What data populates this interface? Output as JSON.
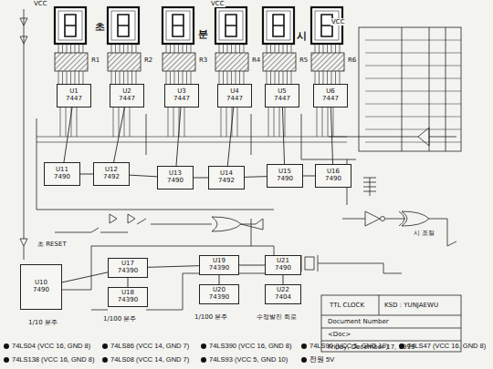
{
  "diagram": {
    "nodes": [
      {
        "text": [
          "U1",
          "7447"
        ]
      },
      {
        "text": [
          "U2",
          "7447"
        ]
      },
      {
        "text": [
          "U3",
          "7447"
        ]
      },
      {
        "text": [
          "U4",
          "7447"
        ]
      },
      {
        "text": [
          "U5",
          "7447"
        ]
      },
      {
        "text": [
          "U6",
          "7447"
        ]
      },
      {
        "text": [
          "U11",
          "7490"
        ]
      },
      {
        "text": [
          "U12",
          "7492"
        ]
      },
      {
        "text": [
          "U13",
          "7490"
        ]
      },
      {
        "text": [
          "U14",
          "7492"
        ]
      },
      {
        "text": [
          "U15",
          "7490"
        ]
      },
      {
        "text": [
          "U16",
          "7490"
        ]
      },
      {
        "text": [
          "U10",
          "7490"
        ]
      },
      {
        "text": [
          "U17",
          "74390"
        ]
      },
      {
        "text": [
          "U18",
          "74390"
        ]
      },
      {
        "text": [
          "U19",
          "74390"
        ]
      },
      {
        "text": [
          "U20",
          "74390"
        ]
      },
      {
        "text": [
          "U21",
          "7490"
        ]
      },
      {
        "text": [
          "U22",
          "7404"
        ]
      }
    ],
    "edges": [
      {
        "from": 6,
        "to": 0,
        "arrow": "none"
      },
      {
        "from": 7,
        "to": 1,
        "arrow": "none"
      },
      {
        "from": 8,
        "to": 2,
        "arrow": "none"
      },
      {
        "from": 9,
        "to": 3,
        "arrow": "none"
      },
      {
        "from": 10,
        "to": 4,
        "arrow": "none"
      },
      {
        "from": 11,
        "to": 5,
        "arrow": "none"
      },
      {
        "from": 6,
        "to": 7,
        "arrow": "none"
      },
      {
        "from": 7,
        "to": 8,
        "arrow": "none"
      },
      {
        "from": 8,
        "to": 9,
        "arrow": "none"
      },
      {
        "from": 9,
        "to": 10,
        "arrow": "none"
      },
      {
        "from": 10,
        "to": 11,
        "arrow": "none"
      },
      {
        "from": 12,
        "to": 13,
        "arrow": "none"
      },
      {
        "from": 13,
        "to": 14,
        "arrow": "none"
      },
      {
        "from": 13,
        "to": 15,
        "arrow": "none"
      },
      {
        "from": 15,
        "to": 16,
        "arrow": "none"
      },
      {
        "from": 15,
        "to": 17,
        "arrow": "none"
      },
      {
        "from": 17,
        "to": 18,
        "arrow": "none"
      }
    ],
    "labels": [
      "초",
      "분",
      "시",
      "R1",
      "R2",
      "R3",
      "R4",
      "R5",
      "R6",
      "VCC",
      "VCC",
      "VCC",
      "초 RESET",
      "1/10 분주",
      "1/100 분주",
      "1/100 분주",
      "수정발진 회로",
      "시 조절",
      "TTL CLOCK",
      "KSD : YUNJAEWU",
      "Document Number",
      "<Doc>",
      "Friday, December 17, 1999"
    ],
    "legend": [
      {
        "text": "74LS04 (VCC 16, GND 8)",
        "color": "#111111"
      },
      {
        "text": "74LS86 (VCC 14, GND 7)",
        "color": "#111111"
      },
      {
        "text": "74LS390 (VCC 16, GND 8)",
        "color": "#111111"
      },
      {
        "text": "74LS90 (VCC 5, GND 10)",
        "color": "#111111"
      },
      {
        "text": "74LS47 (VCC 16, GND 8)",
        "color": "#111111"
      },
      {
        "text": "74LS138 (VCC 16, GND 8)",
        "color": "#111111"
      },
      {
        "text": "74LS08 (VCC 14, GND 7)",
        "color": "#111111"
      },
      {
        "text": "74LS93 (VCC 5, GND 10)",
        "color": "#111111"
      },
      {
        "text": "전원 5V",
        "color": "#111111"
      }
    ]
  }
}
